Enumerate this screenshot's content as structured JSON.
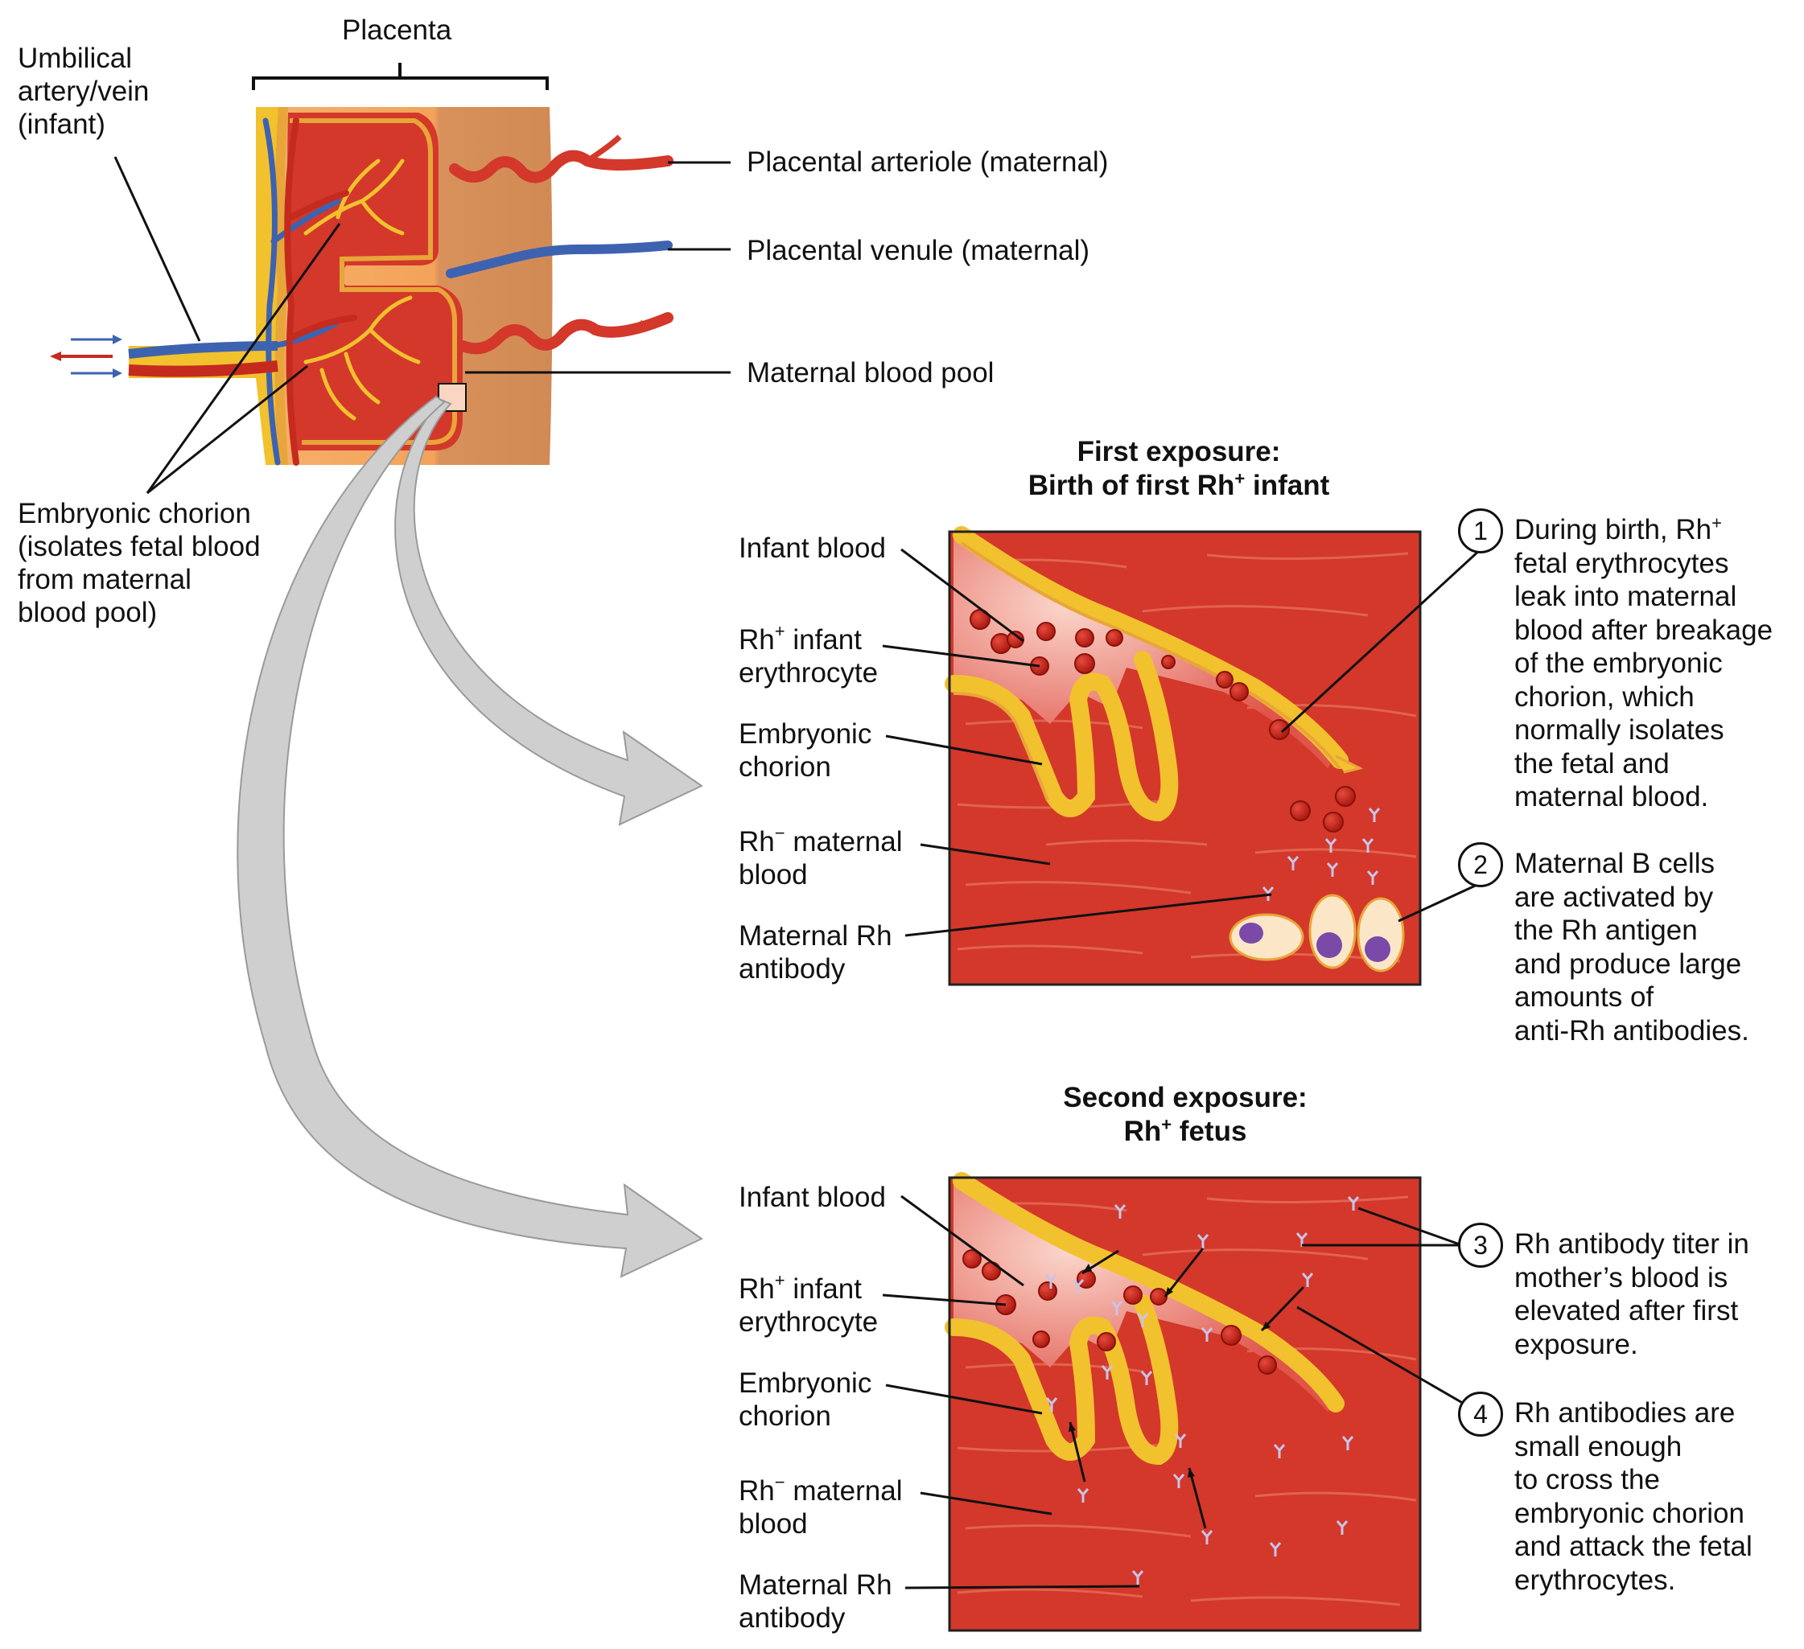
{
  "placenta": {
    "title": "Placenta",
    "umbilical": [
      "Umbilical",
      "artery/vein",
      "(infant)"
    ],
    "arteriole": "Placental arteriole (maternal)",
    "venule": "Placental venule (maternal)",
    "pool": "Maternal blood pool",
    "chorion": [
      "Embryonic chorion",
      "(isolates fetal blood",
      "from maternal",
      "blood pool)"
    ]
  },
  "panel1": {
    "title_line1": "First exposure:",
    "title_line2_pre": "Birth of first Rh",
    "title_line2_sup": "+",
    "title_line2_post": " infant",
    "labels": {
      "infant_blood": "Infant blood",
      "rh": "Rh",
      "plus": "+",
      "minus": "−",
      "infant": " infant",
      "erythrocyte": "erythrocyte",
      "embryonic": "Embryonic",
      "chorion": "chorion",
      "maternal": " maternal",
      "blood": "blood",
      "maternal_rh": "Maternal Rh",
      "antibody": "antibody"
    },
    "steps": [
      {
        "num": "1",
        "lines": [
          "During birth, Rh+",
          "fetal erythrocytes",
          "leak into maternal",
          "blood after breakage",
          "of the embryonic",
          "chorion, which",
          "normally isolates",
          "the fetal and",
          "maternal blood."
        ]
      },
      {
        "num": "2",
        "lines": [
          "Maternal B cells",
          "are activated by",
          "the Rh antigen",
          "and produce large",
          "amounts of",
          "anti-Rh antibodies."
        ]
      }
    ]
  },
  "panel2": {
    "title_line1": "Second exposure:",
    "title_line2_pre": "Rh",
    "title_line2_sup": "+",
    "title_line2_post": " fetus",
    "labels": {
      "infant_blood": "Infant blood",
      "rh": "Rh",
      "plus": "+",
      "minus": "−",
      "infant": " infant",
      "erythrocyte": "erythrocyte",
      "embryonic": "Embryonic",
      "chorion": "chorion",
      "maternal": " maternal",
      "blood": "blood",
      "maternal_rh": "Maternal Rh",
      "antibody": "antibody"
    },
    "steps": [
      {
        "num": "3",
        "lines": [
          "Rh antibody titer in",
          "mother’s blood is",
          "elevated after first",
          "exposure."
        ]
      },
      {
        "num": "4",
        "lines": [
          "Rh antibodies are",
          "small enough",
          "to cross the",
          "embryonic chorion",
          "and attack the fetal",
          "erythrocytes."
        ]
      }
    ]
  },
  "colors": {
    "blood": "#d3382a",
    "chorion": "#f2c12e",
    "tissue": "#f5a95f",
    "vein": "#3d63b0",
    "arrow": "#cfcfcf"
  }
}
